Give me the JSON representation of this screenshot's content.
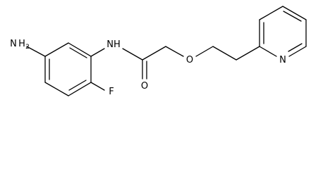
{
  "atoms": {
    "amine_n": "N",
    "amine_h": "H",
    "amine_h_count": "2",
    "amide_nh": "NH",
    "carbonyl_o": "O",
    "fluorine": "F",
    "ether_o": "O",
    "pyridine_n": "N"
  }
}
